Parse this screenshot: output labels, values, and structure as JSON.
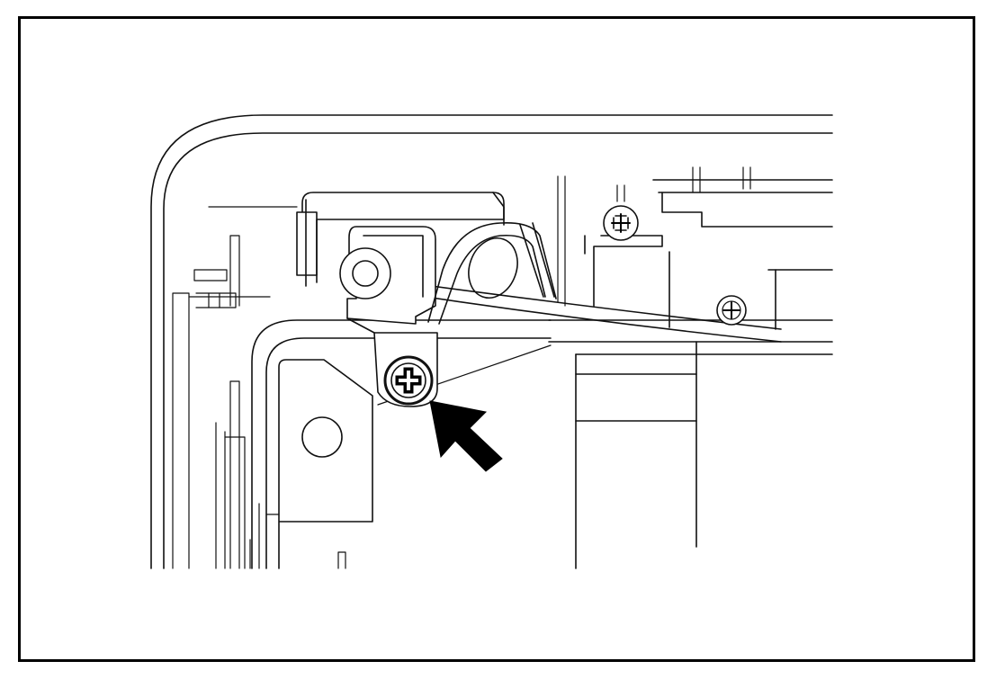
{
  "figure": {
    "frame_color": "#000000",
    "background_color": "#ffffff",
    "line_color": "#111111",
    "parts": [
      {
        "id": "chassis-corner",
        "icon": "rounded-corner-outline"
      },
      {
        "id": "hinge-bracket",
        "icon": "bracket-outline"
      },
      {
        "id": "cable-clamp",
        "icon": "clamp-outline"
      },
      {
        "id": "target-screw",
        "icon": "phillips-screw-icon"
      },
      {
        "id": "upper-screw",
        "icon": "phillips-screw-icon"
      },
      {
        "id": "right-screw",
        "icon": "phillips-screw-icon"
      },
      {
        "id": "callout-arrow",
        "icon": "arrow-icon"
      }
    ]
  }
}
